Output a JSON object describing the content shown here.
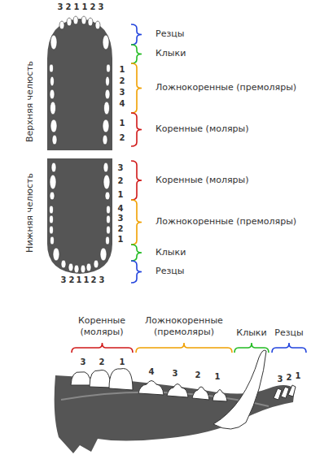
{
  "diagram": {
    "labels": [
      "3",
      "2",
      "1",
      "1",
      "2",
      "3",
      "Резцы",
      "Клыки",
      "1",
      "2",
      "3",
      "4",
      "Ложнокоренные (премоляры)",
      "1",
      "2",
      "Коренные (моляры)",
      "Верхняя челюсть",
      "Нижняя челюсть",
      "3",
      "2",
      "1",
      "Коренные (моляры)",
      "4",
      "3",
      "2",
      "1",
      "Ложнокоренные (премоляры)",
      "Клыки",
      "Резцы",
      "3",
      "2",
      "1",
      "1",
      "2",
      "3",
      "Коренные (моляры)",
      "Ложнокоренные (премоляры)",
      "Клыки",
      "Резцы",
      "3",
      "2",
      "1",
      "4",
      "3",
      "2",
      "1",
      "3",
      "2",
      "1"
    ]
  }
}
